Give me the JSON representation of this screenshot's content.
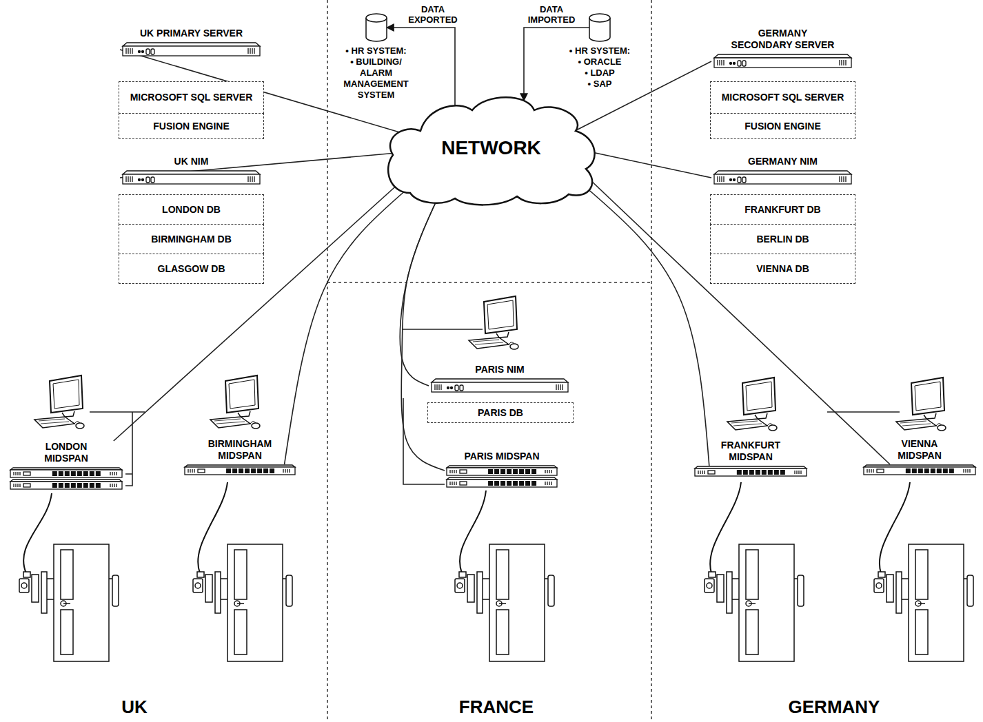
{
  "diagram": {
    "nodes": [
      {
        "text": [
          "UK PRIMARY SERVER"
        ]
      },
      {
        "text": [
          "MICROSOFT SQL SERVER"
        ]
      },
      {
        "text": [
          "FUSION ENGINE"
        ]
      },
      {
        "text": [
          "UK NIM"
        ]
      },
      {
        "text": [
          "LONDON DB"
        ]
      },
      {
        "text": [
          "BIRMINGHAM DB"
        ]
      },
      {
        "text": [
          "GLASGOW DB"
        ]
      },
      {
        "text": [
          "• HR SYSTEM:",
          "• BUILDING/ ALARM MANAGEMENT SYSTEM"
        ]
      },
      {
        "text": [
          "NETWORK"
        ]
      },
      {
        "text": [
          "• HR SYSTEM:",
          "• ORACLE",
          "• LDAP",
          "• SAP"
        ]
      },
      {
        "text": [
          "GERMANY SECONDARY SERVER"
        ]
      },
      {
        "text": [
          "MICROSOFT SQL SERVER"
        ]
      },
      {
        "text": [
          "FUSION ENGINE"
        ]
      },
      {
        "text": [
          "GERMANY NIM"
        ]
      },
      {
        "text": [
          "FRANKFURT DB"
        ]
      },
      {
        "text": [
          "BERLIN DB"
        ]
      },
      {
        "text": [
          "VIENNA DB"
        ]
      },
      {
        "text": [
          "PARIS NIM"
        ]
      },
      {
        "text": [
          "PARIS DB"
        ]
      },
      {
        "text": [
          "LONDON MIDSPAN"
        ]
      },
      {
        "text": [
          "BIRMINGHAM MIDSPAN"
        ]
      },
      {
        "text": [
          "PARIS MIDSPAN"
        ]
      },
      {
        "text": [
          "FRANKFURT MIDSPAN"
        ]
      },
      {
        "text": [
          "VIENNA MIDSPAN"
        ]
      }
    ],
    "edges": [
      {
        "from": 8,
        "to": 0,
        "arrow": "none"
      },
      {
        "from": 8,
        "to": 3,
        "arrow": "none"
      },
      {
        "from": 9,
        "to": 8,
        "arrow": "to",
        "label": "DATA IMPORTED"
      },
      {
        "from": 8,
        "to": 7,
        "arrow": "to",
        "label": "DATA EXPORTED"
      },
      {
        "from": 8,
        "to": 10,
        "arrow": "none"
      },
      {
        "from": 8,
        "to": 13,
        "arrow": "none"
      },
      {
        "from": 8,
        "to": 19,
        "arrow": "none"
      },
      {
        "from": 8,
        "to": 20,
        "arrow": "none"
      },
      {
        "from": 8,
        "to": 21,
        "arrow": "none"
      },
      {
        "from": 8,
        "to": 17,
        "arrow": "none"
      },
      {
        "from": 8,
        "to": 22,
        "arrow": "none"
      },
      {
        "from": 8,
        "to": 23,
        "arrow": "none"
      }
    ],
    "labels": [
      "UK",
      "FRANCE",
      "GERMANY"
    ]
  }
}
